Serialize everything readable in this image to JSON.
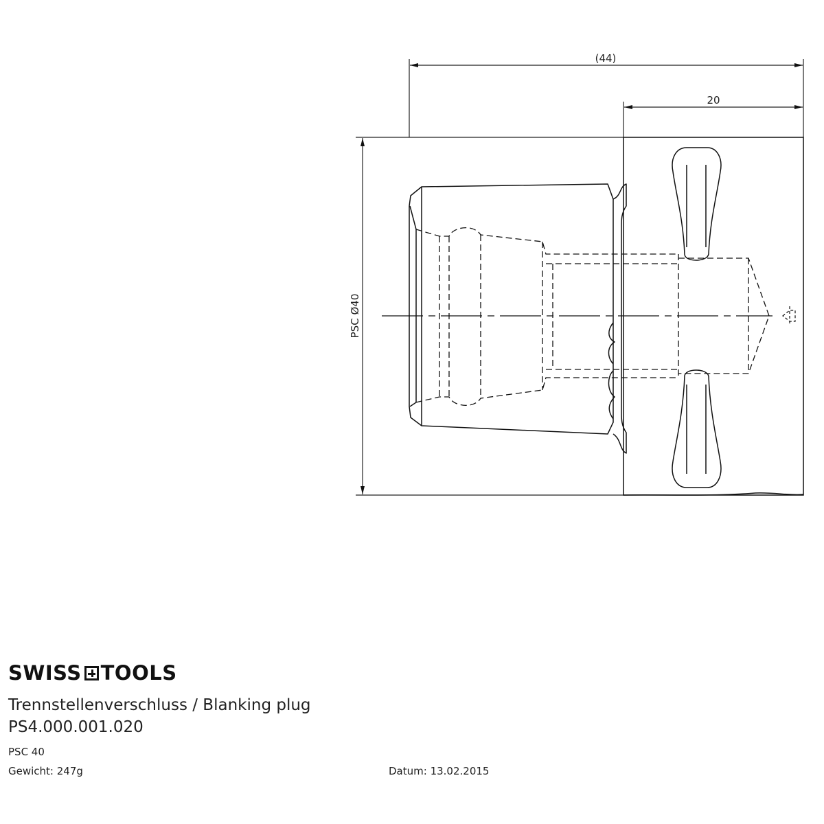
{
  "drawing": {
    "dimensions": {
      "overall_length": "(44)",
      "flange_length": "20",
      "diameter": "PSC Ø40"
    }
  },
  "title_block": {
    "brand_left": "SWISS",
    "brand_right": "TOOLS",
    "description": "Trennstellenverschluss / Blanking plug",
    "part_number": "PS4.000.001.020",
    "size": "PSC 40",
    "weight": "Gewicht: 247g",
    "date": "Datum: 13.02.2015"
  }
}
